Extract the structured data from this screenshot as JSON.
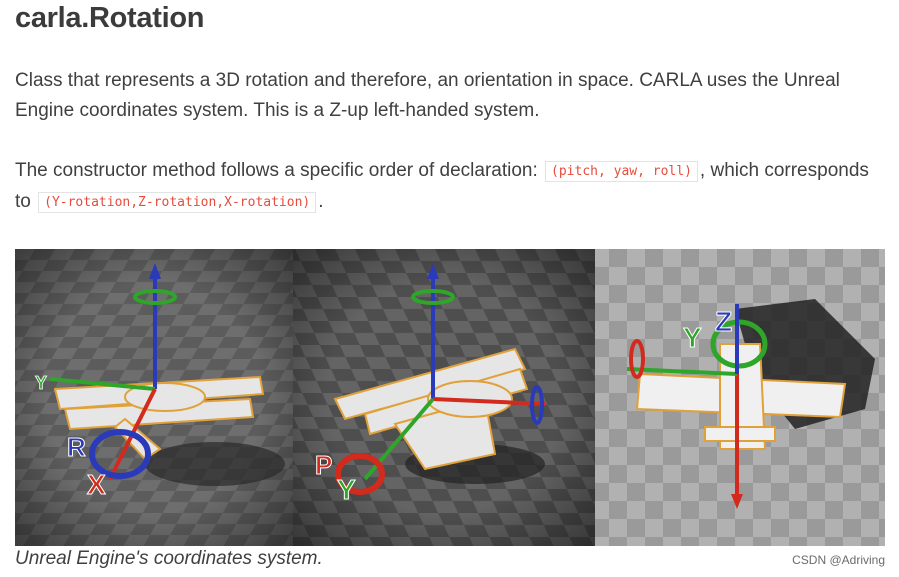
{
  "heading": "carla.Rotation",
  "paragraph1": "Class that represents a 3D rotation and therefore, an orientation in space. CARLA uses the Unreal Engine coordinates system. This is a Z-up left-handed system.",
  "paragraph2": {
    "before": "The constructor method follows a specific order of declaration: ",
    "code1": "(pitch, yaw, roll)",
    "middle": ", which corresponds to ",
    "code2": "(Y-rotation,Z-rotation,X-rotation)",
    "after": "."
  },
  "figure": {
    "panel_labels": {
      "left_roll": "R",
      "left_x": "X",
      "left_y": "Y",
      "mid_pitch": "P",
      "mid_y": "Y",
      "right_y": "Y",
      "right_z": "Z"
    },
    "colors": {
      "x_axis": "#d22b1e",
      "y_axis": "#2fa52a",
      "z_axis": "#2a3ab8",
      "plane": "#e8e8e8",
      "outline": "#e0a13a"
    }
  },
  "caption": "Unreal Engine's coordinates system.",
  "watermark": "CSDN @Adriving"
}
